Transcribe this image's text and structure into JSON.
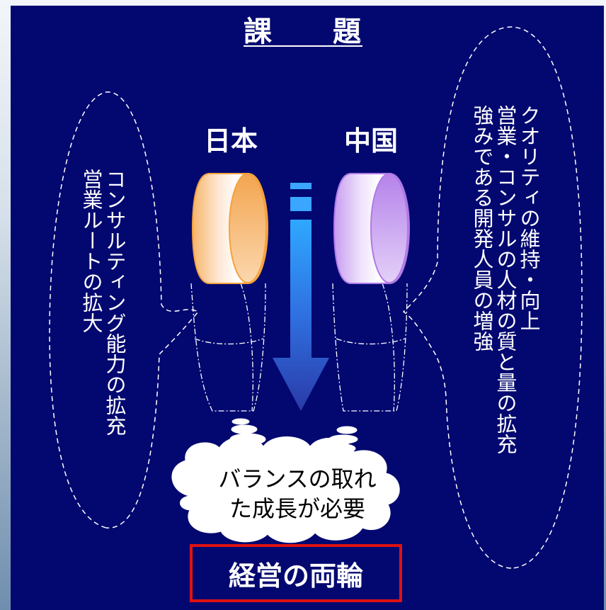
{
  "title": "課　　題",
  "countries": {
    "left": "日本",
    "right": "中国"
  },
  "left_bubble": {
    "lines": [
      "コンサルティング能力の拡充",
      "営業ルートの拡大"
    ]
  },
  "right_bubble": {
    "lines": [
      "クオリティの維持・向上",
      "営業・コンサルの人材の質と量の拡充",
      "強みである開発人員の増強"
    ]
  },
  "cloud": {
    "line1": "バランスの取れ",
    "line2": "た成長が必要"
  },
  "footer": "経営の両輪",
  "colors": {
    "background": "#020870",
    "japan_wheel": "#f5b771",
    "china_wheel": "#c8a0f2",
    "arrow": "#3f8cf0",
    "frame": "#e01212"
  }
}
